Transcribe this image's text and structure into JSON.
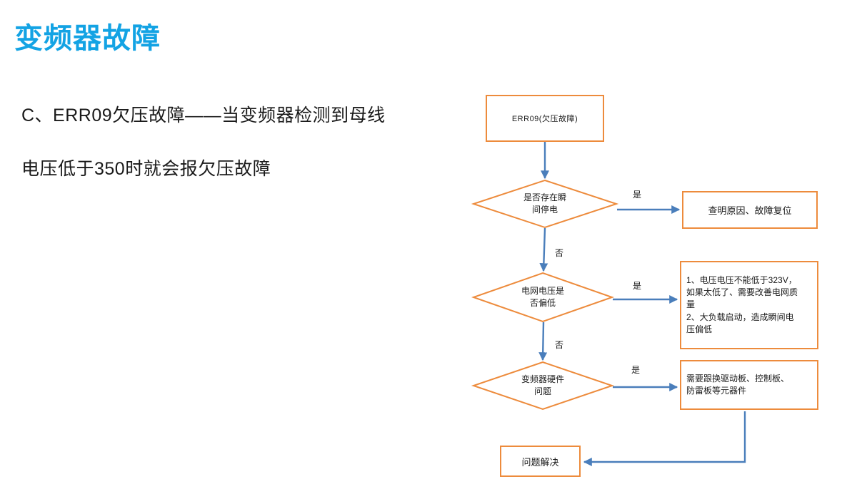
{
  "slide": {
    "title": "变频器故障",
    "title_color": "#13A3E4",
    "body_lines": [
      "C、ERR09欠压故障——当变频器检测到母线",
      "电压低于350时就会报欠压故障"
    ]
  },
  "theme": {
    "node_border": "#ED8B3C",
    "connector": "#4A7EBB",
    "text": "#1a1a1a",
    "background": "#ffffff"
  },
  "flowchart": {
    "nodes": [
      {
        "id": "start",
        "shape": "process",
        "label": "ERR09(欠压故障)"
      },
      {
        "id": "decision1",
        "shape": "decision",
        "label": "是否存在瞬\n间停电",
        "line1": "是否存在瞬",
        "line2": "间停电"
      },
      {
        "id": "action1",
        "shape": "process",
        "label": "查明原因、故障复位"
      },
      {
        "id": "decision2",
        "shape": "decision",
        "label": "电网电压是\n否偏低",
        "line1": "电网电压是",
        "line2": "否偏低"
      },
      {
        "id": "action2",
        "shape": "process",
        "line1": "1、电压电压不能低于323V，",
        "line2": "如果太低了、需要改善电网质",
        "line3": "量",
        "line4": "2、大负载启动，造成瞬间电",
        "line5": "压偏低"
      },
      {
        "id": "decision3",
        "shape": "decision",
        "label": "变频器硬件\n问题",
        "line1": "变频器硬件",
        "line2": "问题"
      },
      {
        "id": "action3",
        "shape": "process",
        "line1": "需要跟换驱动板、控制板、",
        "line2": "防雷板等元器件"
      },
      {
        "id": "end",
        "shape": "process",
        "label": "问题解决"
      }
    ],
    "edges": [
      {
        "from": "start",
        "to": "decision1",
        "label": ""
      },
      {
        "from": "decision1",
        "to": "action1",
        "label": "是"
      },
      {
        "from": "decision1",
        "to": "decision2",
        "label": "否"
      },
      {
        "from": "decision2",
        "to": "action2",
        "label": "是"
      },
      {
        "from": "decision2",
        "to": "decision3",
        "label": "否"
      },
      {
        "from": "decision3",
        "to": "action3",
        "label": "是"
      },
      {
        "from": "action3",
        "to": "end",
        "label": ""
      }
    ],
    "edge_labels": {
      "yes1": "是",
      "yes2": "是",
      "yes3": "是",
      "no1": "否",
      "no2": "否"
    }
  }
}
